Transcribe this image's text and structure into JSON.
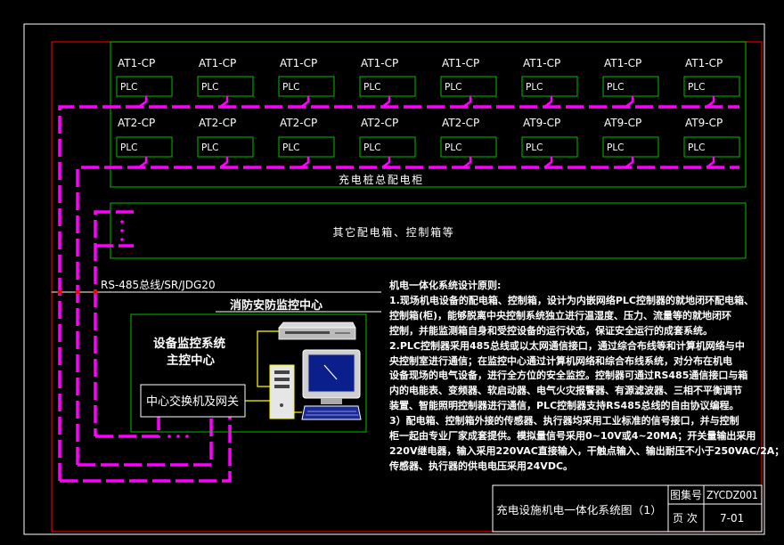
{
  "colors": {
    "background": "#000000",
    "outer_frame": "#ffffff",
    "inner_frame": "#e00000",
    "panel_outline": "#00c000",
    "bus_line": "#ff00ff",
    "bus_junction": "#ff0000",
    "text": "#ffffff",
    "device_wiring": "#ffff00"
  },
  "charging_cabinet": {
    "label": "充电桩总配电柜",
    "row1": [
      {
        "name": "AT1-CP",
        "controller": "PLC"
      },
      {
        "name": "AT1-CP",
        "controller": "PLC"
      },
      {
        "name": "AT1-CP",
        "controller": "PLC"
      },
      {
        "name": "AT1-CP",
        "controller": "PLC"
      },
      {
        "name": "AT1-CP",
        "controller": "PLC"
      },
      {
        "name": "AT1-CP",
        "controller": "PLC"
      },
      {
        "name": "AT1-CP",
        "controller": "PLC"
      },
      {
        "name": "AT1-CP",
        "controller": "PLC"
      }
    ],
    "row2": [
      {
        "name": "AT2-CP",
        "controller": "PLC"
      },
      {
        "name": "AT2-CP",
        "controller": "PLC"
      },
      {
        "name": "AT2-CP",
        "controller": "PLC"
      },
      {
        "name": "AT2-CP",
        "controller": "PLC"
      },
      {
        "name": "AT2-CP",
        "controller": "PLC"
      },
      {
        "name": "AT9-CP",
        "controller": "PLC"
      },
      {
        "name": "AT9-CP",
        "controller": "PLC"
      },
      {
        "name": "AT9-CP",
        "controller": "PLC"
      }
    ]
  },
  "other_cabinets": {
    "label": "其它配电箱、控制箱等"
  },
  "bus": {
    "label": "RS-485总线/SR/JDG20"
  },
  "control_room": {
    "title": "消防安防监控中心",
    "system_label_line1": "设备监控系统",
    "system_label_line2": "主控中心",
    "switch_label": "中心交换机及网关",
    "icons": [
      "printer-icon",
      "computer-tower-icon",
      "monitor-icon",
      "keyboard-icon"
    ]
  },
  "notes": {
    "title": "机电一体化系统设计原则:",
    "lines": [
      "1.现场机电设备的配电箱、控制箱，设计为内嵌网络PLC控制器的就地闭环配电箱、",
      "控制箱(柜)，能够脱离中央控制系统独立进行温湿度、压力、流量等的就地闭环",
      "控制，并能监测箱自身和受控设备的运行状态，保证安全运行的成套系统。",
      "2.PLC控制器采用485总线或以太网通信接口，通过综合布线等和计算机网络与中",
      "央控制室进行通信；在监控中心通过计算机网络和综合布线系统，对分布在机电",
      "设备现场的电气设备，进行全方位的安全监控。控制器可通过RS485通信接口与箱",
      "内的电能表、变频器、软启动器、电气火灾报警器、有源滤波器、三相不平衡调节",
      "装置、智能照明控制器进行通信，PLC控制器支持RS485总线的自由协议编程。",
      "3）配电箱、控制箱外接的传感器、执行器均采用工业标准的信号接口，并与控制",
      "柜一起由专业厂家成套提供。模拟量信号采用0~10V或4~20MA；开关量输出采用",
      "220V继电器，输入采用220VAC直接输入，干触点输入、输出耐压不小于250VAC/2A；",
      "传感器、执行器的供电电压采用24VDC。"
    ]
  },
  "title_block": {
    "drawing_title": "充电设施机电一体化系统图（1）",
    "atlas_no_label": "图集号",
    "atlas_no": "ZYCDZ001",
    "page_label": "页 次",
    "page": "7-01"
  }
}
